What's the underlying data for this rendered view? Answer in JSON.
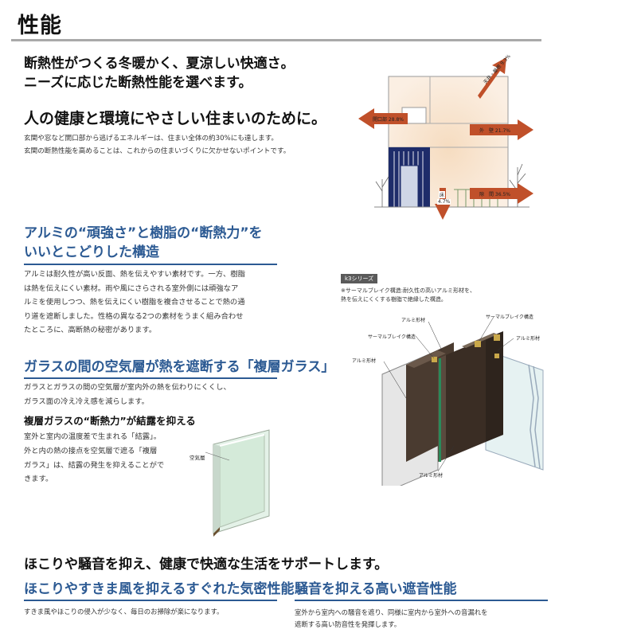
{
  "header": {
    "title": "性能"
  },
  "intro": {
    "heading_line1": "断熱性がつくる冬暖かく、夏涼しい快適さ。",
    "heading_line2": "ニーズに応じた断熱性能を選べます。",
    "health_heading": "人の健康と環境にやさしい住まいのために。",
    "body_line1": "玄関や窓など開口部から逃げるエネルギーは、住まい全体の約30%にも達します。",
    "body_line2": "玄関の断熱性能を高めることは、これからの住まいづくりに欠かせないポイントです。"
  },
  "house_diagram": {
    "roof_label": "天井・屋根 9.3%",
    "opening_label": "開口部 28.8%",
    "wall_label": "外　壁 21.7%",
    "gap_label": "隙　間 36.5%",
    "floor_label": "床",
    "floor_value": "4.7%"
  },
  "aluminum": {
    "heading_line1": "アルミの“頑強さ”と樹脂の“断熱力”を",
    "heading_line2": "いいとこどりした構造",
    "body_lines": [
      "アルミは耐久性が高い反面、熱を伝えやすい素材です。一方、樹脂",
      "は熱を伝えにくい素材。雨や風にさらされる室外側には頑強なア",
      "ルミを使用しつつ、熱を伝えにくい樹脂を複合させることで熱の通",
      "り道を遮断しました。性格の異なる2つの素材をうまく組み合わせ",
      "たところに、高断熱の秘密があります。"
    ]
  },
  "glass": {
    "heading": "ガラスの間の空気層が熱を遮断する「複層ガラス」",
    "body_line1": "ガラスとガラスの間の空気層が室内外の熱を伝わりにくくし、",
    "body_line2": "ガラス面の冷え冷え感を減らします。",
    "cond_heading": "複層ガラスの“断熱力”が結露を抑える",
    "cond_lines": [
      "室外と室内の温度差で生まれる「結露」。",
      "外と内の熱の接点を空気層で遮る「複層",
      "ガラス」は、結露の発生を抑えることがで",
      "きます。"
    ],
    "air_layer_label": "空気層"
  },
  "section_diagram": {
    "series": "k3シリーズ",
    "note_line1": "※サーマルブレイク構造:耐久性の高いアルミ形材を、",
    "note_line2": "熱を伝えにくくする樹脂で絶縁した構造。",
    "label_alu": "アルミ形材",
    "label_thermal": "サーマルブレイク構造"
  },
  "support": {
    "heading": "ほこりや騒音を抑え、健康で快適な生活をサポートします。",
    "air_heading": "ほこりやすきま風を抑えるすぐれた気密性能",
    "air_body": "すきま風やほこりの侵入が少なく、毎日のお掃除が楽になります。",
    "sound_heading": "騒音を抑える高い遮音性能",
    "sound_body_line1": "室外から室内への騒音を遮り、同様に室内から室外への音漏れを",
    "sound_body_line2": "遮断する高い防音性を発揮します。"
  },
  "colors": {
    "accent_blue": "#2c5a93",
    "arrow_red": "#c0502a",
    "frame_dark": "#3a2a20",
    "glass_green": "#d8ece0"
  }
}
